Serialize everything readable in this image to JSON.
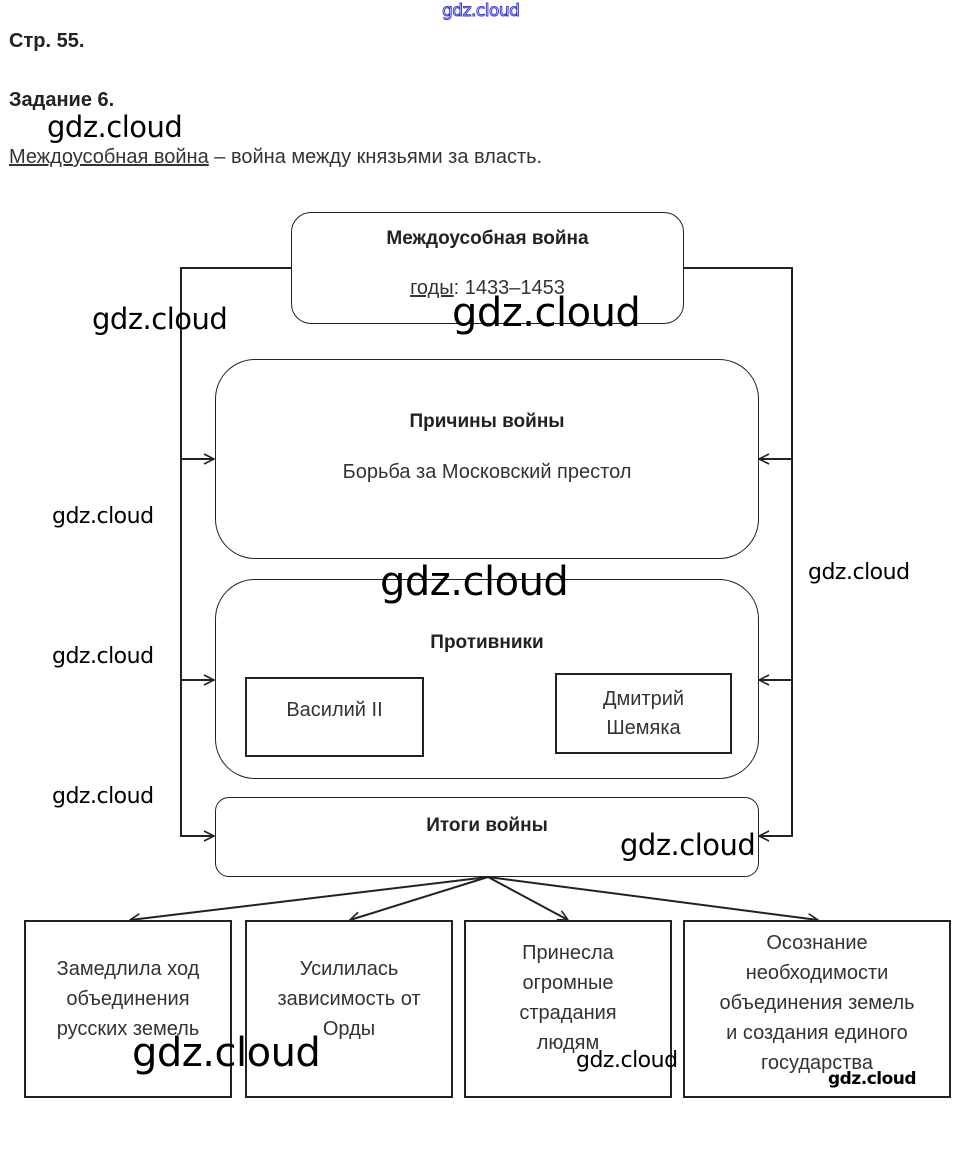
{
  "header": {
    "page_label": "Стр. 55.",
    "task_label": "Задание 6."
  },
  "definition": {
    "term": "Междоусобная война",
    "text": " – война между князьями за власть."
  },
  "diagram": {
    "main": {
      "title": "Междоусобная война",
      "years_label": "годы",
      "years_value": ": 1433–1453"
    },
    "causes": {
      "title": "Причины войны",
      "text": "Борьба за Московский престол"
    },
    "opponents": {
      "title": "Противники",
      "left": "Василий II",
      "right_line1": "Дмитрий",
      "right_line2": "Шемяка"
    },
    "results": {
      "title": "Итоги войны",
      "items": [
        {
          "lines": [
            "Замедлила ход",
            "объединения",
            "русских земель"
          ]
        },
        {
          "lines": [
            "Усилилась",
            "зависимость от",
            "Орды"
          ]
        },
        {
          "lines": [
            "Принесла",
            "огромные",
            "страдания",
            "людям"
          ]
        },
        {
          "lines": [
            "Осознание",
            "необходимости",
            "объединения земель",
            "и создания единого",
            "государства"
          ]
        }
      ]
    }
  },
  "watermark": "gdz.cloud",
  "colors": {
    "line": "#222222",
    "watermark_top": "#3b3bd6"
  }
}
